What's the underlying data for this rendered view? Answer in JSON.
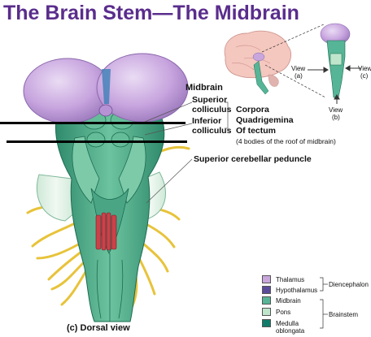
{
  "title": "The Brain Stem—The Midbrain",
  "labels": {
    "midbrain": "Midbrain",
    "superior_colliculus_1": "Superior",
    "superior_colliculus_2": "colliculus",
    "inferior_colliculus_1": "Inferior",
    "inferior_colliculus_2": "colliculus",
    "corpora_1": "Corpora",
    "corpora_2": "Quadrigemina",
    "corpora_3": "Of tectum",
    "corpora_note": "(4 bodies of the roof of midbrain)",
    "peduncle": "Superior cerebellar peduncle"
  },
  "inset": {
    "view_a_1": "View",
    "view_a_2": "(a)",
    "view_b_1": "View",
    "view_b_2": "(b)",
    "view_c_1": "View",
    "view_c_2": "(c)"
  },
  "legend": {
    "items": [
      {
        "label": "Thalamus",
        "color": "#c9a7dd"
      },
      {
        "label": "Hypothalamus",
        "color": "#5b4b9c"
      },
      {
        "label": "Midbrain",
        "color": "#56b596"
      },
      {
        "label": "Pons",
        "color": "#bfe6cc"
      },
      {
        "label": "Medulla",
        "label2": "oblongata",
        "color": "#0f7d6a"
      }
    ],
    "group_diencephalon": "Diencephalon",
    "group_brainstem": "Brainstem"
  },
  "caption": "(c) Dorsal view",
  "colors": {
    "title": "#5a2d8c",
    "thalamus": "#c9a7dd",
    "midbrain": "#56b596",
    "nerves": "#e8c33a",
    "bars": "#000000"
  }
}
